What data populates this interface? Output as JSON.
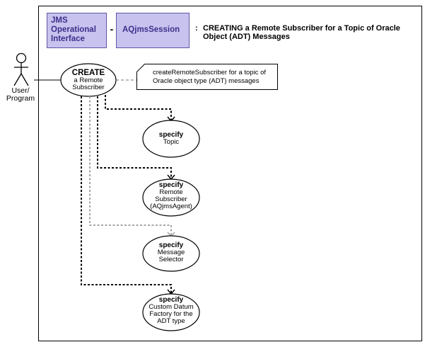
{
  "header": {
    "interface_label": "JMS Operational Interface",
    "dash": "-",
    "session_label": "AQjmsSession",
    "separator": ":",
    "title": "CREATING a Remote Subscriber for a Topic of Oracle Object (ADT) Messages"
  },
  "actor": {
    "label": "User/ Program"
  },
  "main_node": {
    "verb": "CREATE",
    "text": "a Remote Subscriber"
  },
  "note": {
    "text": "createRemoteSubscriber for a topic of Oracle object type (ADT) messages"
  },
  "steps": [
    {
      "verb": "specify",
      "text": "Topic",
      "required": true
    },
    {
      "verb": "specify",
      "text": "Remote Subscriber (AQjmsAgent)",
      "required": true
    },
    {
      "verb": "specify",
      "text": "Message Selector",
      "required": false
    },
    {
      "verb": "specify",
      "text": "Custom Datum Factory for the ADT type",
      "required": true
    }
  ],
  "colors": {
    "header_fill": "#c8c3ee",
    "header_text": "#3b2f8c",
    "required_line": "#000000",
    "optional_line": "#a6a6a6"
  }
}
